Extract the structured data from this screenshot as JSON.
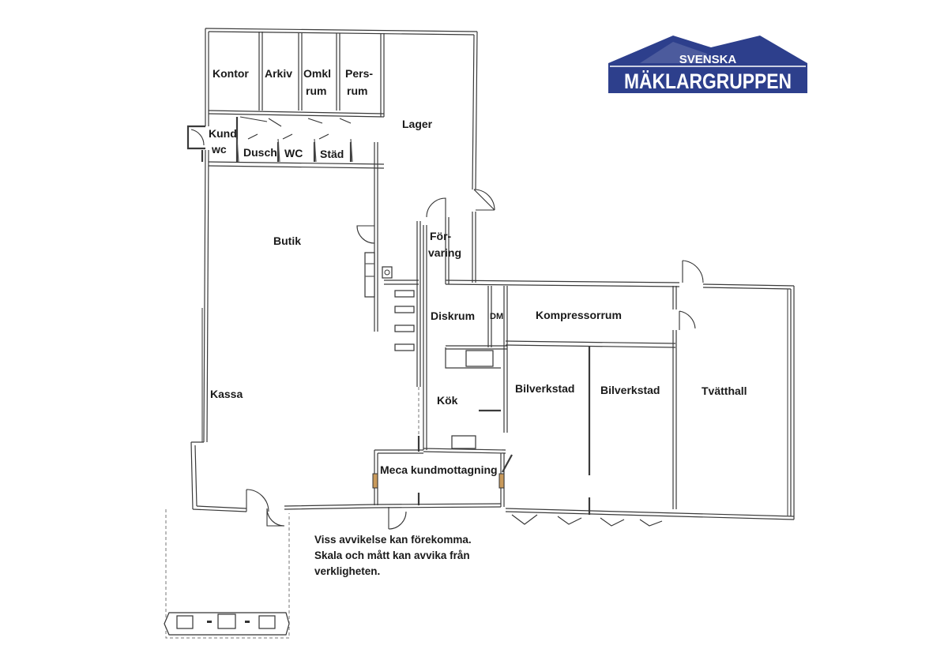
{
  "logo": {
    "line1": "SVENSKA",
    "line2": "MÄKLARGRUPPEN",
    "color": "#2d3f8c"
  },
  "rooms": {
    "kontor": "Kontor",
    "arkiv": "Arkiv",
    "omkl_line1": "Omkl",
    "omkl_line2": "rum",
    "pers_line1": "Pers-",
    "pers_line2": "rum",
    "lager": "Lager",
    "kund_line1": "Kund",
    "kund_line2": "wc",
    "dusch": "Dusch",
    "wc": "WC",
    "stad": "Städ",
    "butik": "Butik",
    "forvaring_line1": "För-",
    "forvaring_line2": "varing",
    "diskrum": "Diskrum",
    "dm": "DM",
    "kompressorrum": "Kompressorrum",
    "kassa": "Kassa",
    "kok": "Kök",
    "bilverkstad_1": "Bilverkstad",
    "bilverkstad_2": "Bilverkstad",
    "tvatthall": "Tvätthall",
    "meca": "Meca kundmottagning"
  },
  "disclaimer": {
    "line1": "Viss avvikelse kan förekomma.",
    "line2": "Skala och mått kan avvika från",
    "line3": "verkligheten."
  }
}
